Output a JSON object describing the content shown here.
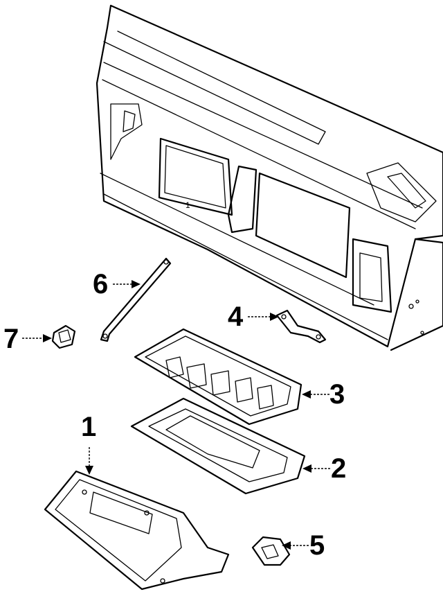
{
  "callouts": [
    {
      "id": "1",
      "label": "1"
    },
    {
      "id": "2",
      "label": "2"
    },
    {
      "id": "3",
      "label": "3"
    },
    {
      "id": "4",
      "label": "4"
    },
    {
      "id": "5",
      "label": "5"
    },
    {
      "id": "6",
      "label": "6"
    },
    {
      "id": "7",
      "label": "7"
    }
  ],
  "dash_label": "1"
}
